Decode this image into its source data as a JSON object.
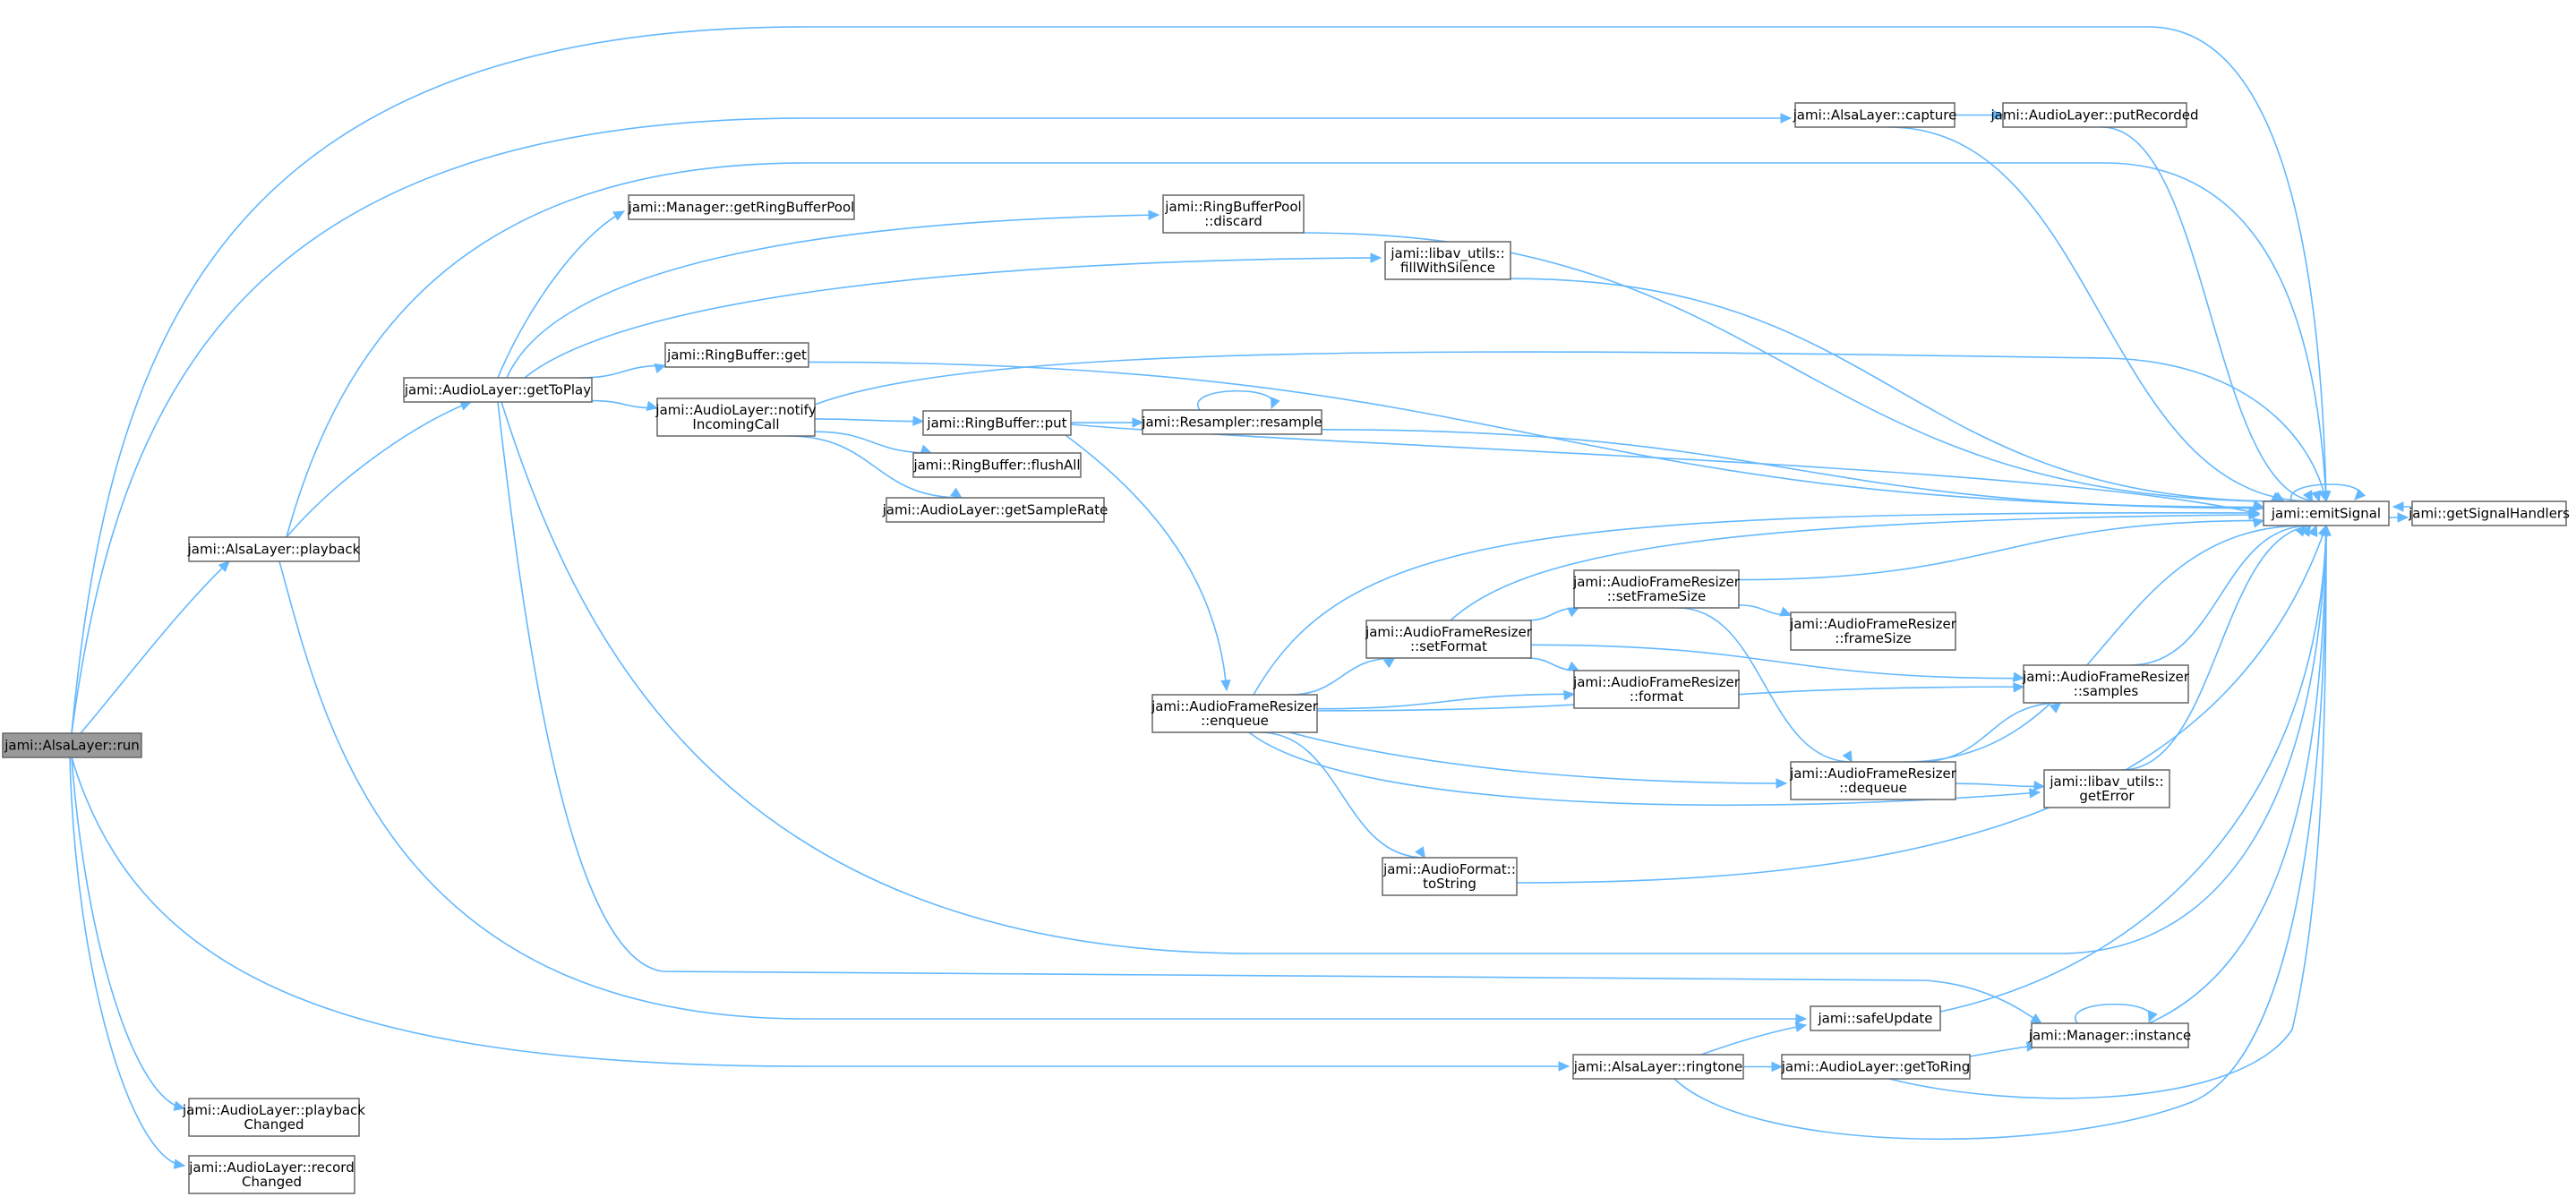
{
  "graph": {
    "colors": {
      "edge": "#63b8ff",
      "node_border": "#666666",
      "root_fill": "#999999",
      "node_fill": "#ffffff"
    },
    "nodes": [
      {
        "id": "run",
        "lines": [
          "jami::AlsaLayer::run"
        ]
      },
      {
        "id": "playback",
        "lines": [
          "jami::AlsaLayer::playback"
        ]
      },
      {
        "id": "playbackChanged",
        "lines": [
          "jami::AudioLayer::playback",
          "Changed"
        ]
      },
      {
        "id": "recordChanged",
        "lines": [
          "jami::AudioLayer::record",
          "Changed"
        ]
      },
      {
        "id": "getToPlay",
        "lines": [
          "jami::AudioLayer::getToPlay"
        ]
      },
      {
        "id": "getRingBufferPool",
        "lines": [
          "jami::Manager::getRingBufferPool"
        ]
      },
      {
        "id": "rbGet",
        "lines": [
          "jami::RingBuffer::get"
        ]
      },
      {
        "id": "notifyIncomingCall",
        "lines": [
          "jami::AudioLayer::notify",
          "IncomingCall"
        ]
      },
      {
        "id": "rbPut",
        "lines": [
          "jami::RingBuffer::put"
        ]
      },
      {
        "id": "flushAll",
        "lines": [
          "jami::RingBuffer::flushAll"
        ]
      },
      {
        "id": "getSampleRate",
        "lines": [
          "jami::AudioLayer::getSampleRate"
        ]
      },
      {
        "id": "discard",
        "lines": [
          "jami::RingBufferPool",
          "::discard"
        ]
      },
      {
        "id": "fillWithSilence",
        "lines": [
          "jami::libav_utils::",
          "fillWithSilence"
        ]
      },
      {
        "id": "resample",
        "lines": [
          "jami::Resampler::resample"
        ]
      },
      {
        "id": "enqueue",
        "lines": [
          "jami::AudioFrameResizer",
          "::enqueue"
        ]
      },
      {
        "id": "setFormat",
        "lines": [
          "jami::AudioFrameResizer",
          "::setFormat"
        ]
      },
      {
        "id": "setFrameSize",
        "lines": [
          "jami::AudioFrameResizer",
          "::setFrameSize"
        ]
      },
      {
        "id": "frameSize",
        "lines": [
          "jami::AudioFrameResizer",
          "::frameSize"
        ]
      },
      {
        "id": "format",
        "lines": [
          "jami::AudioFrameResizer",
          "::format"
        ]
      },
      {
        "id": "samples",
        "lines": [
          "jami::AudioFrameResizer",
          "::samples"
        ]
      },
      {
        "id": "dequeue",
        "lines": [
          "jami::AudioFrameResizer",
          "::dequeue"
        ]
      },
      {
        "id": "getError",
        "lines": [
          "jami::libav_utils::",
          "getError"
        ]
      },
      {
        "id": "toString",
        "lines": [
          "jami::AudioFormat::",
          "toString"
        ]
      },
      {
        "id": "capture",
        "lines": [
          "jami::AlsaLayer::capture"
        ]
      },
      {
        "id": "putRecorded",
        "lines": [
          "jami::AudioLayer::putRecorded"
        ]
      },
      {
        "id": "emitSignal",
        "lines": [
          "jami::emitSignal"
        ]
      },
      {
        "id": "getSignalHandlers",
        "lines": [
          "jami::getSignalHandlers"
        ]
      },
      {
        "id": "safeUpdate",
        "lines": [
          "jami::safeUpdate"
        ]
      },
      {
        "id": "instance",
        "lines": [
          "jami::Manager::instance"
        ]
      },
      {
        "id": "ringtone",
        "lines": [
          "jami::AlsaLayer::ringtone"
        ]
      },
      {
        "id": "getToRing",
        "lines": [
          "jami::AudioLayer::getToRing"
        ]
      }
    ],
    "edges": [
      [
        "run",
        "playback"
      ],
      [
        "run",
        "playbackChanged"
      ],
      [
        "run",
        "recordChanged"
      ],
      [
        "run",
        "capture"
      ],
      [
        "run",
        "emitSignal"
      ],
      [
        "run",
        "ringtone"
      ],
      [
        "playback",
        "getToPlay"
      ],
      [
        "playback",
        "emitSignal"
      ],
      [
        "playback",
        "safeUpdate"
      ],
      [
        "getToPlay",
        "getRingBufferPool"
      ],
      [
        "getToPlay",
        "rbGet"
      ],
      [
        "getToPlay",
        "notifyIncomingCall"
      ],
      [
        "getToPlay",
        "discard"
      ],
      [
        "getToPlay",
        "fillWithSilence"
      ],
      [
        "getToPlay",
        "emitSignal"
      ],
      [
        "getToPlay",
        "instance"
      ],
      [
        "notifyIncomingCall",
        "rbPut"
      ],
      [
        "notifyIncomingCall",
        "flushAll"
      ],
      [
        "notifyIncomingCall",
        "getSampleRate"
      ],
      [
        "notifyIncomingCall",
        "emitSignal"
      ],
      [
        "rbGet",
        "emitSignal"
      ],
      [
        "discard",
        "emitSignal"
      ],
      [
        "fillWithSilence",
        "emitSignal"
      ],
      [
        "rbPut",
        "resample"
      ],
      [
        "rbPut",
        "enqueue"
      ],
      [
        "rbPut",
        "emitSignal"
      ],
      [
        "resample",
        "resample"
      ],
      [
        "resample",
        "emitSignal"
      ],
      [
        "enqueue",
        "setFormat"
      ],
      [
        "enqueue",
        "format"
      ],
      [
        "enqueue",
        "samples"
      ],
      [
        "enqueue",
        "dequeue"
      ],
      [
        "enqueue",
        "getError"
      ],
      [
        "enqueue",
        "toString"
      ],
      [
        "enqueue",
        "emitSignal"
      ],
      [
        "setFormat",
        "setFrameSize"
      ],
      [
        "setFormat",
        "format"
      ],
      [
        "setFormat",
        "samples"
      ],
      [
        "setFormat",
        "emitSignal"
      ],
      [
        "setFrameSize",
        "frameSize"
      ],
      [
        "setFrameSize",
        "dequeue"
      ],
      [
        "setFrameSize",
        "emitSignal"
      ],
      [
        "dequeue",
        "samples"
      ],
      [
        "dequeue",
        "getError"
      ],
      [
        "dequeue",
        "emitSignal"
      ],
      [
        "samples",
        "emitSignal"
      ],
      [
        "getError",
        "emitSignal"
      ],
      [
        "toString",
        "emitSignal"
      ],
      [
        "capture",
        "putRecorded"
      ],
      [
        "capture",
        "emitSignal"
      ],
      [
        "putRecorded",
        "emitSignal"
      ],
      [
        "emitSignal",
        "emitSignal"
      ],
      [
        "emitSignal",
        "getSignalHandlers"
      ],
      [
        "getSignalHandlers",
        "emitSignal"
      ],
      [
        "safeUpdate",
        "emitSignal"
      ],
      [
        "instance",
        "instance"
      ],
      [
        "instance",
        "emitSignal"
      ],
      [
        "ringtone",
        "safeUpdate"
      ],
      [
        "ringtone",
        "getToRing"
      ],
      [
        "ringtone",
        "emitSignal"
      ],
      [
        "getToRing",
        "instance"
      ],
      [
        "getToRing",
        "emitSignal"
      ]
    ]
  }
}
